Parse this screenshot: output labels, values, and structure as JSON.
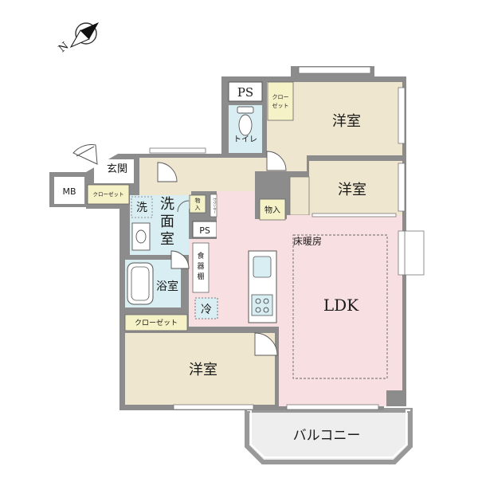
{
  "compass": {
    "direction": "N",
    "icon": "north-arrow-icon"
  },
  "rooms": {
    "bedroom_ne": "洋室",
    "bedroom_e": "洋室",
    "bedroom_sw": "洋室",
    "ldk": "LDK",
    "floor_heating": "床暖房",
    "balcony": "バルコニー",
    "entrance": "玄関",
    "washroom_1": "洗",
    "washroom_2": "面",
    "washroom_3": "室",
    "wash_small": "洗",
    "bath": "浴室",
    "toilet": "トイレ"
  },
  "labels": {
    "ps_top": "PS",
    "ps_mid": "PS",
    "mb": "MB",
    "closet_entry": "クローゼット",
    "closet_sw": "クローゼット",
    "closet_ne_1": "クロー",
    "closet_ne_2": "ゼット",
    "storage_small_1": "物",
    "storage_small_2": "入",
    "storage_hall": "物入",
    "counter": "カウンター",
    "cupboard_1": "食",
    "cupboard_2": "器",
    "cupboard_3": "棚",
    "fridge": "冷"
  },
  "colors": {
    "wall": "#8c8c8c",
    "bedroom": "#efe6cf",
    "ldk": "#f7dfe2",
    "wet": "#d9eef2",
    "balcony": "#eeeeee",
    "white": "#ffffff",
    "line": "#444444",
    "window": "#ffffff"
  }
}
